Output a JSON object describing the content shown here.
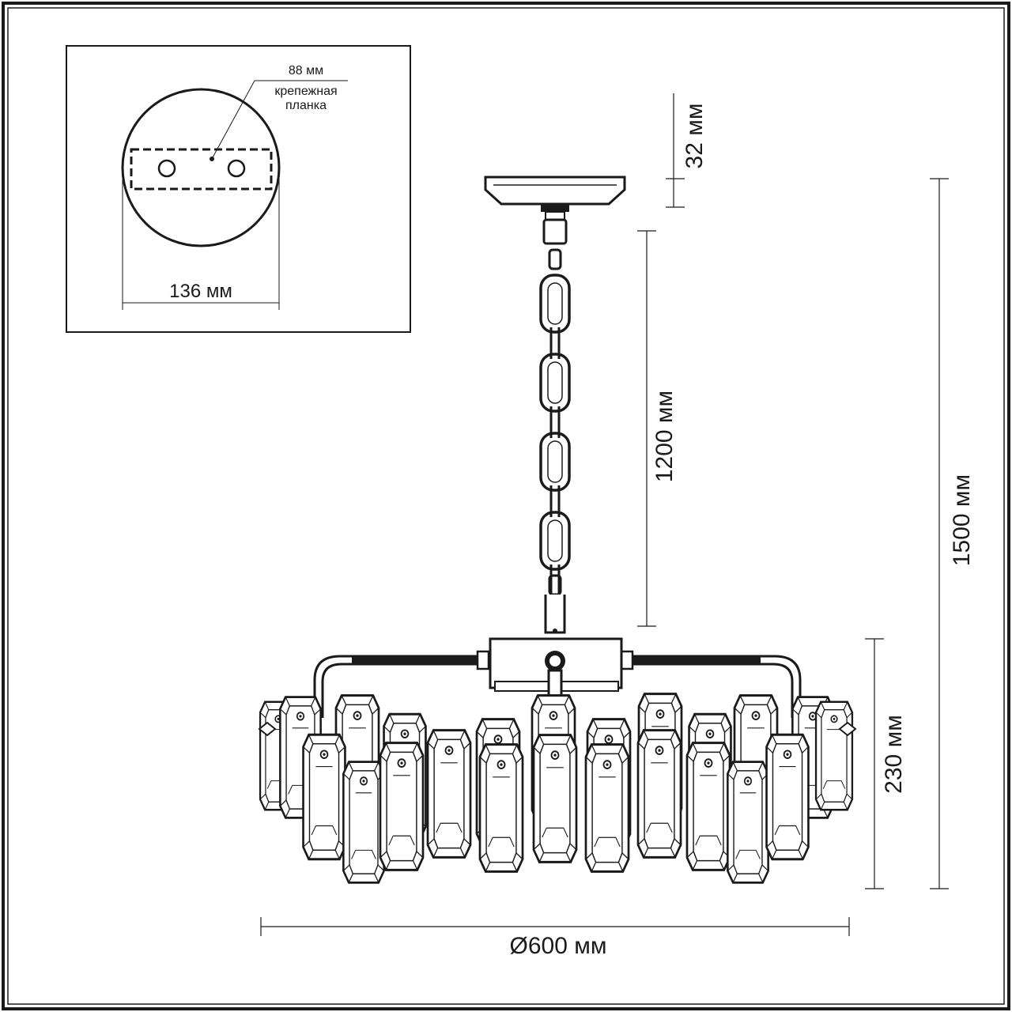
{
  "inset": {
    "width_label": "88 мм",
    "bracket_label_line1": "крепежная",
    "bracket_label_line2": "планка",
    "diameter_label": "136 мм"
  },
  "dimensions": {
    "canopy_height": "32 мм",
    "chain_length": "1200 мм",
    "total_height": "1500 мм",
    "body_height": "230 мм",
    "diameter": "Ø600 мм"
  }
}
